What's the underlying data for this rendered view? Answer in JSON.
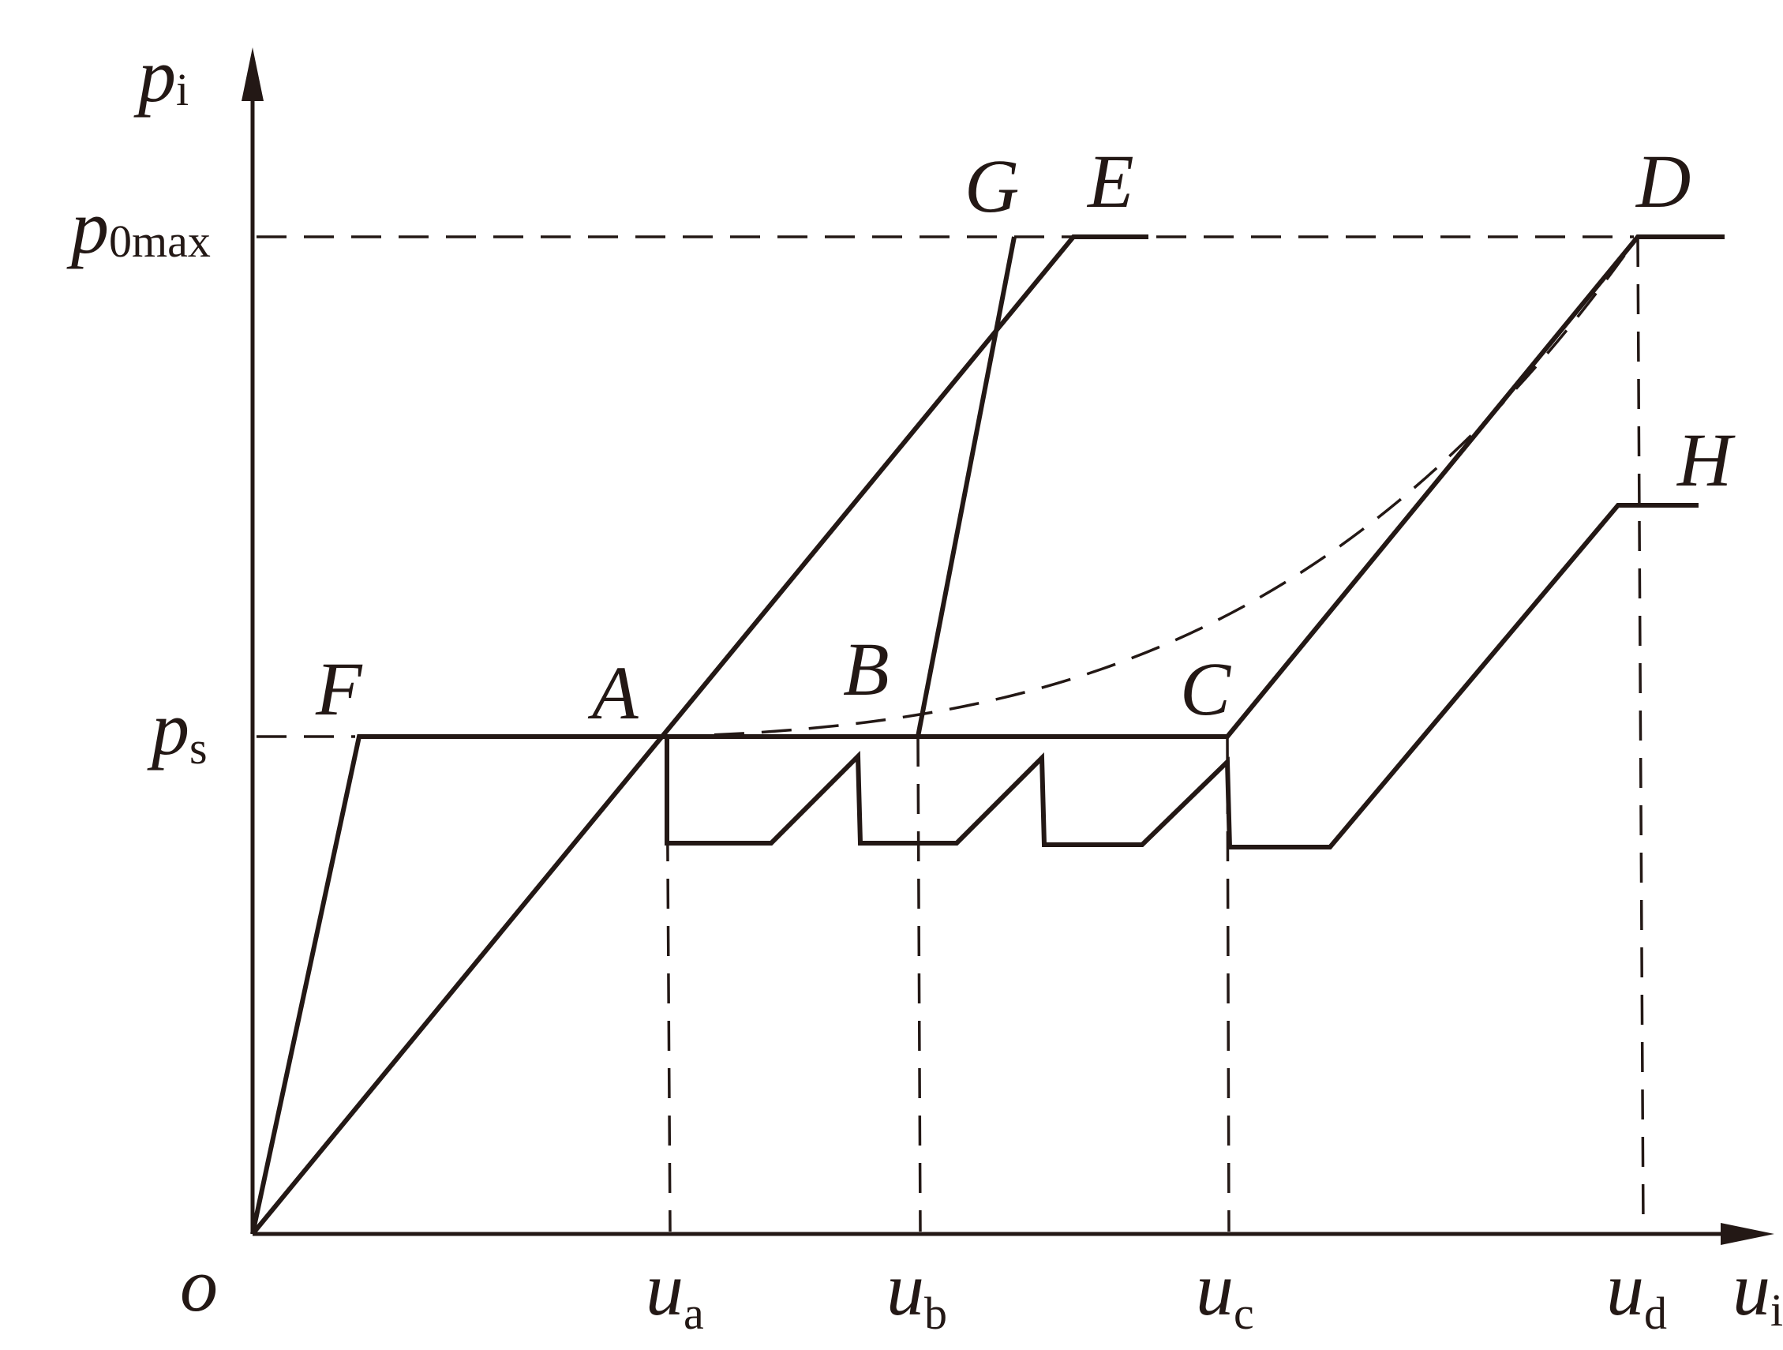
{
  "colors": {
    "ink": "#231815",
    "background": "#ffffff"
  },
  "axes": {
    "y_label": "p",
    "y_label_sub": "i",
    "x_label": "u",
    "x_label_sub": "i",
    "origin_label": "o"
  },
  "y_ticks": {
    "pmax": {
      "main": "p",
      "sub": "0max"
    },
    "ps": {
      "main": "p",
      "sub": "s"
    }
  },
  "x_ticks": {
    "ua": {
      "main": "u",
      "sub": "a"
    },
    "ub": {
      "main": "u",
      "sub": "b"
    },
    "uc": {
      "main": "u",
      "sub": "c"
    },
    "ud": {
      "main": "u",
      "sub": "d"
    }
  },
  "points": {
    "A": "A",
    "B": "B",
    "C": "C",
    "D": "D",
    "E": "E",
    "F": "F",
    "G": "G",
    "H": "H"
  },
  "icons": {
    "y_arrow": "arrow-up-icon",
    "x_arrow": "arrow-right-icon"
  }
}
